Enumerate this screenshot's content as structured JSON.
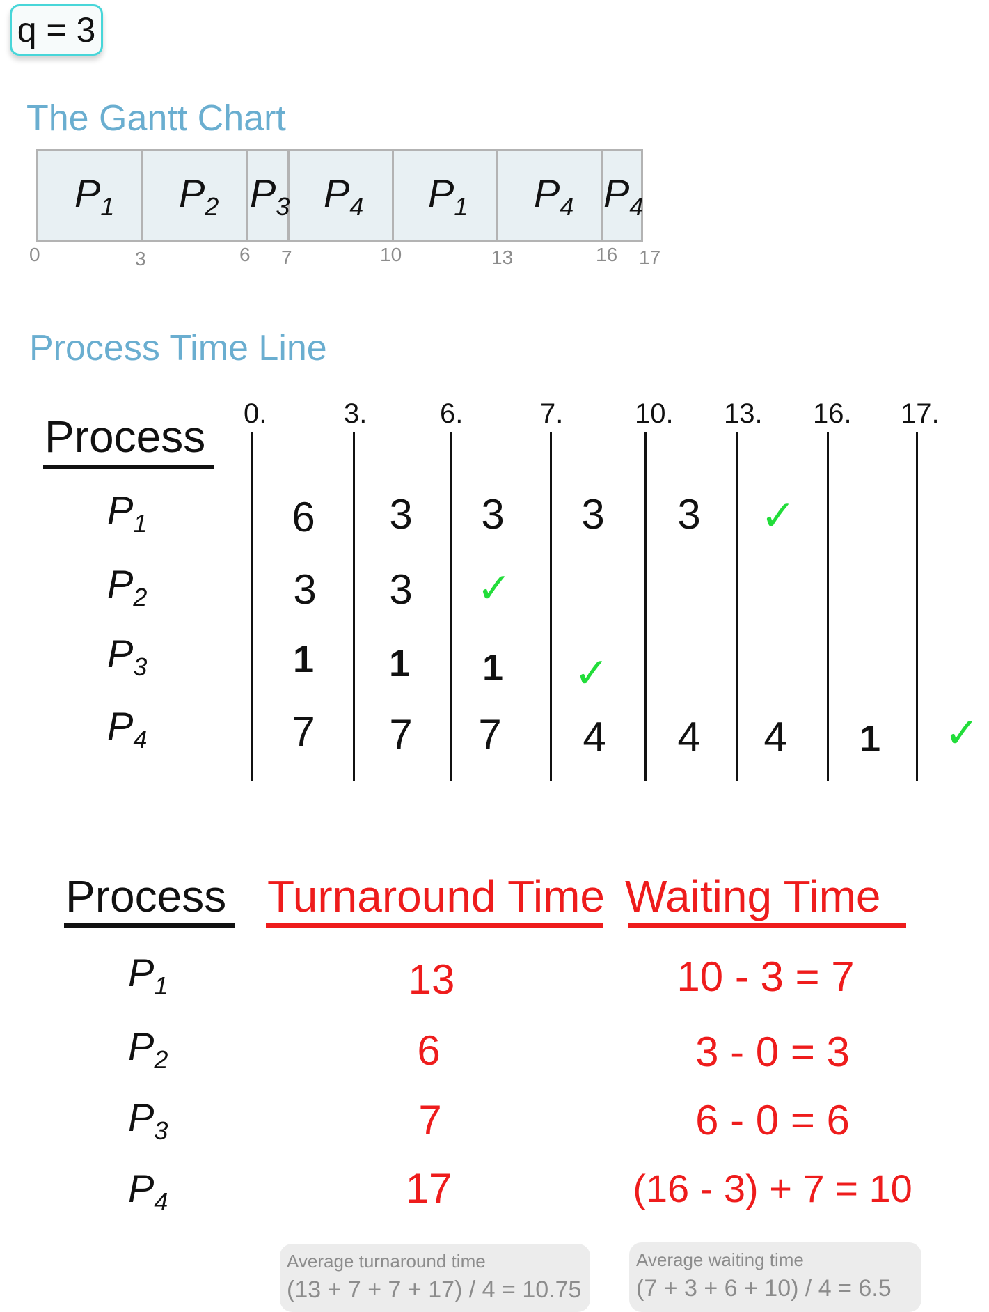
{
  "quantum": "q = 3",
  "gantt": {
    "title": "The Gantt Chart",
    "blocks": [
      {
        "p": "P",
        "sub": "1"
      },
      {
        "p": "P",
        "sub": "2"
      },
      {
        "p": "P",
        "sub": "3"
      },
      {
        "p": "P",
        "sub": "4"
      },
      {
        "p": "P",
        "sub": "1"
      },
      {
        "p": "P",
        "sub": "4"
      },
      {
        "p": "P",
        "sub": "4"
      }
    ],
    "ticks": [
      "0",
      "3",
      "6",
      "7",
      "10",
      "13",
      "16",
      "17"
    ]
  },
  "timeline": {
    "title": "Process Time Line",
    "header": "Process",
    "times": [
      "0.",
      "3.",
      "6.",
      "7.",
      "10.",
      "13.",
      "16.",
      "17."
    ],
    "processes": [
      {
        "p": "P",
        "sub": "1",
        "values": [
          "6",
          "3",
          "3",
          "3",
          "3"
        ]
      },
      {
        "p": "P",
        "sub": "2",
        "values": [
          "3",
          "3"
        ]
      },
      {
        "p": "P",
        "sub": "3",
        "values": [
          "1",
          "1",
          "1"
        ]
      },
      {
        "p": "P",
        "sub": "4",
        "values": [
          "7",
          "7",
          "7",
          "4",
          "4",
          "4",
          "1"
        ]
      }
    ],
    "check": "✓"
  },
  "results": {
    "header_process": "Process",
    "header_turnaround": "Turnaround Time",
    "header_waiting": "Waiting Time",
    "rows": [
      {
        "p": "P",
        "sub": "1",
        "turnaround": "13",
        "waiting": "10 - 3 = 7"
      },
      {
        "p": "P",
        "sub": "2",
        "turnaround": "6",
        "waiting": "3 - 0 = 3"
      },
      {
        "p": "P",
        "sub": "3",
        "turnaround": "7",
        "waiting": "6 - 0 = 6"
      },
      {
        "p": "P",
        "sub": "4",
        "turnaround": "17",
        "waiting": "(16 - 3) + 7 = 10"
      }
    ],
    "avg_turnaround_label": "Average turnaround time",
    "avg_turnaround_expr": "(13 + 7 + 7 + 17) / 4 = 10.75",
    "avg_waiting_label": "Average waiting time",
    "avg_waiting_expr": "(7 + 3 + 6 + 10) / 4 = 6.5"
  },
  "colors": {
    "accent_title": "#6aaed0",
    "red": "#ee1c1c",
    "check": "#22dd3a",
    "cyan_border": "#48d6d9"
  }
}
